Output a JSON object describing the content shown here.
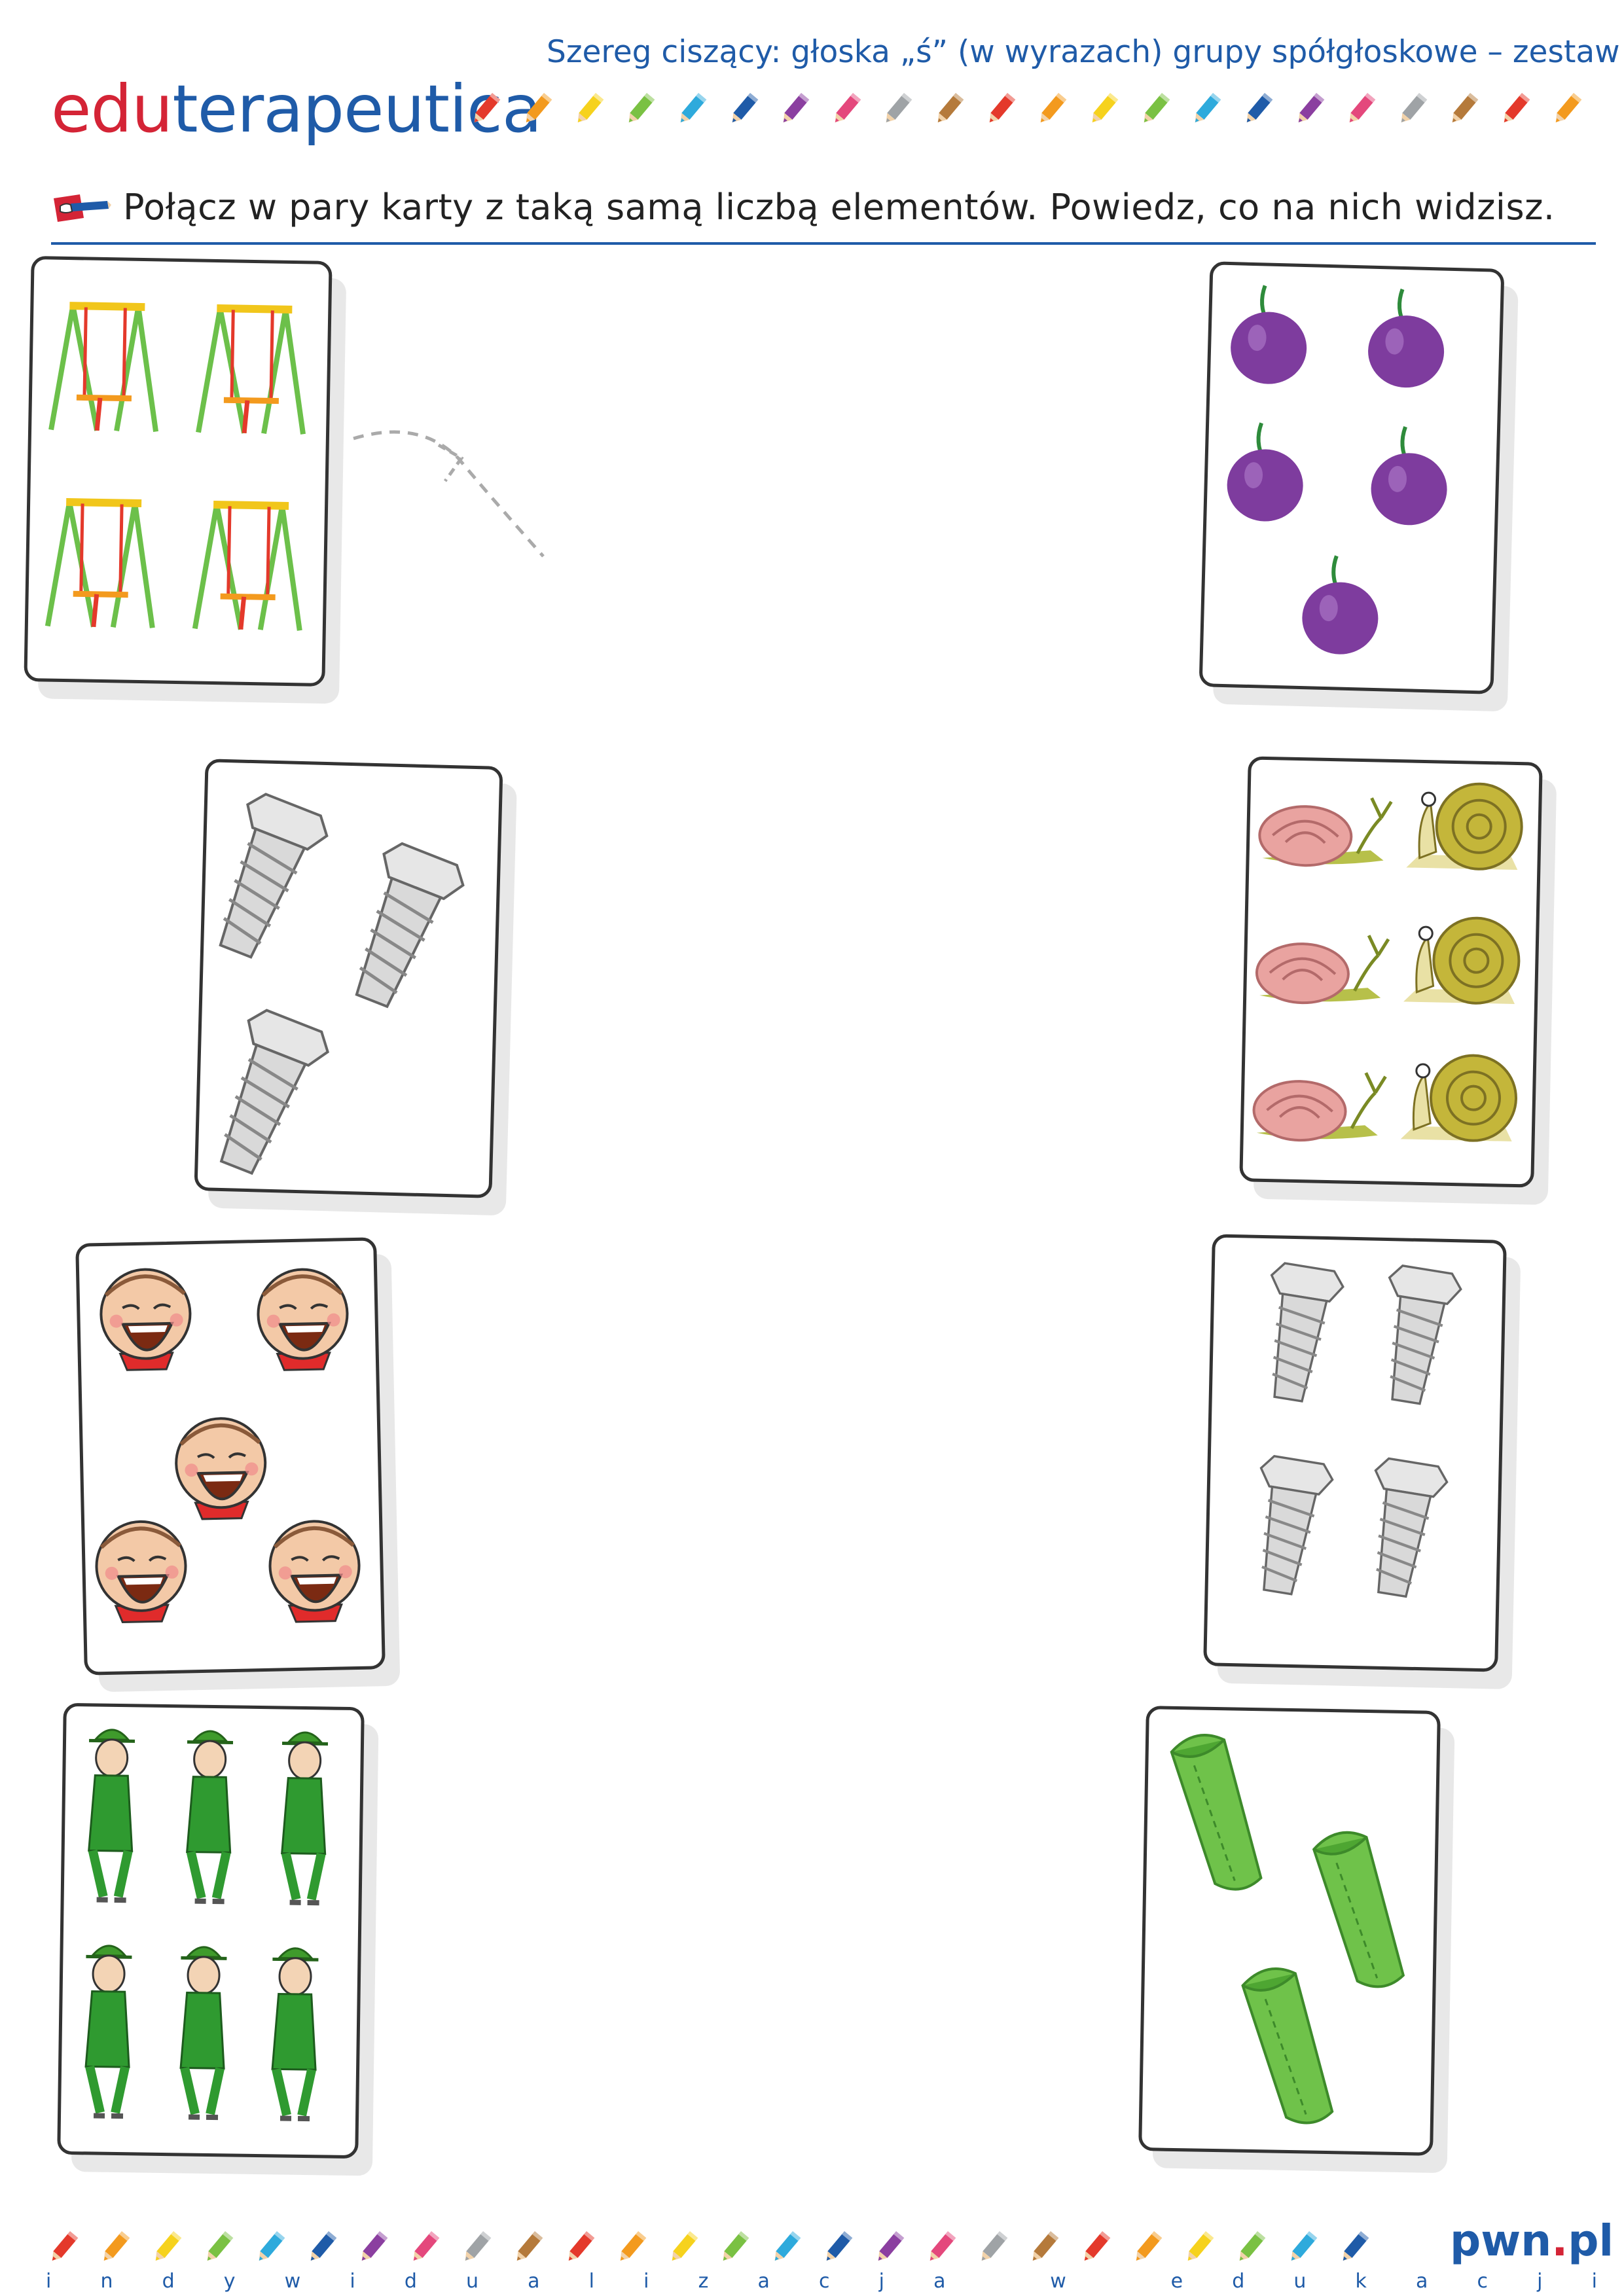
{
  "header": {
    "subtitle": "Szereg ciszący: głoska „ś” (w wyrazach) grupy spółgłoskowe – zestaw B",
    "logo_part1": "edu",
    "logo_part2": "terapeutica"
  },
  "instruction": {
    "text": "Połącz w pary karty z taką samą liczbą elementów. Powiedz, co na nich widzisz.",
    "icon": "pencil-hand-icon"
  },
  "cards": [
    {
      "id": "swings",
      "item": "swing-icon",
      "count": 4
    },
    {
      "id": "plums",
      "item": "plum-icon",
      "count": 5
    },
    {
      "id": "screws-3",
      "item": "screw-icon",
      "count": 3
    },
    {
      "id": "snails",
      "item": "snail-icon",
      "count": 6
    },
    {
      "id": "laughing-boys",
      "item": "laughing-boy-icon",
      "count": 5
    },
    {
      "id": "screws-4",
      "item": "screw-icon",
      "count": 4
    },
    {
      "id": "foresters",
      "item": "forester-icon",
      "count": 6
    },
    {
      "id": "sleeping-bags",
      "item": "sleeping-bag-icon",
      "count": 3
    }
  ],
  "footer": {
    "tagline": "indywidualizacja w edukacji",
    "brand_main": "pwn",
    "brand_dot": ".",
    "brand_tld": "pl"
  },
  "colors": {
    "brand_blue": "#1f5ba8",
    "brand_red": "#d42436",
    "crayons": [
      "#e4392b",
      "#f39a1e",
      "#f6d21d",
      "#7ac143",
      "#2eaadc",
      "#1f5ba8",
      "#8b3fa0",
      "#e4487c",
      "#9fa3a6",
      "#b57a3b"
    ]
  }
}
